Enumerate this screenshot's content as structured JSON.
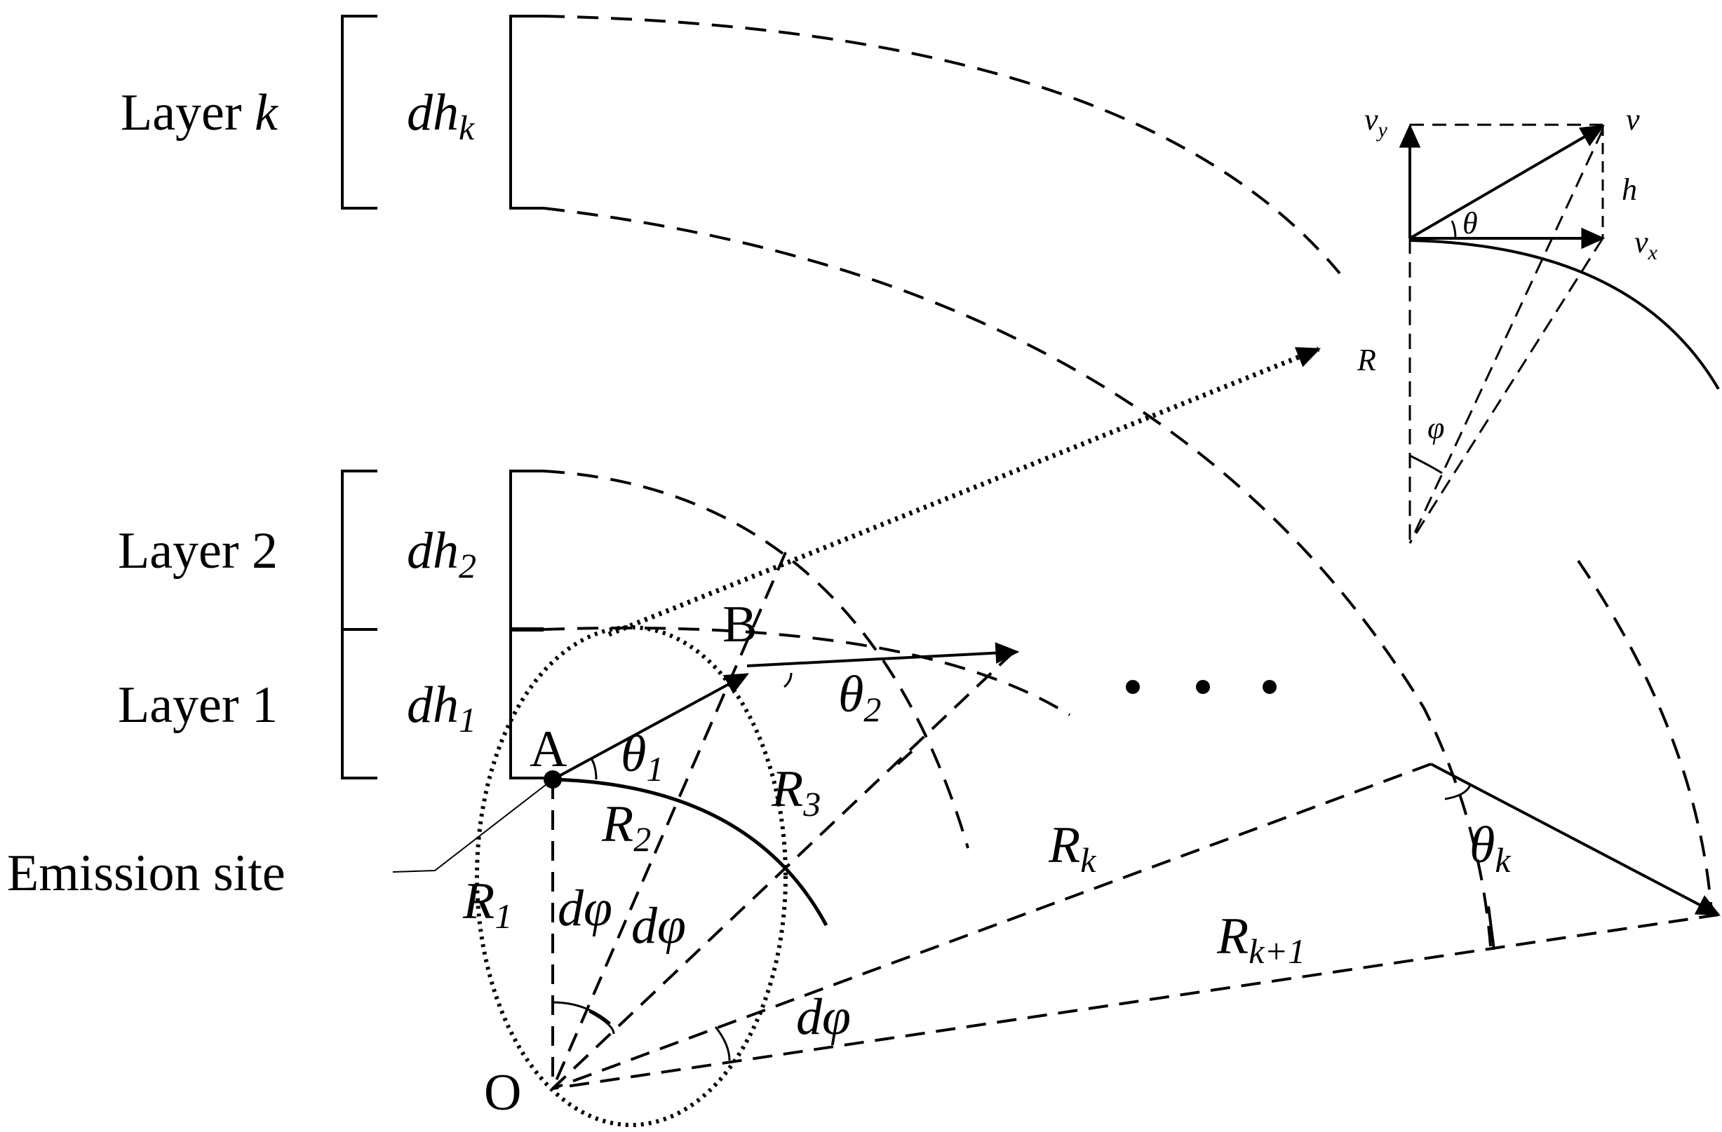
{
  "layers": [
    {
      "label": "Layer ",
      "index": "k",
      "thickness_sym": "dh",
      "thickness_sub": "k"
    },
    {
      "label": "Layer 2",
      "thickness_sym": "dh",
      "thickness_sub": "2"
    },
    {
      "label": "Layer 1",
      "thickness_sym": "dh",
      "thickness_sub": "1"
    }
  ],
  "points": {
    "A": "A",
    "B": "B",
    "O": "O"
  },
  "emission_site": "Emission site",
  "radii": {
    "r1": {
      "sym": "R",
      "sub": "1"
    },
    "r2": {
      "sym": "R",
      "sub": "2"
    },
    "r3": {
      "sym": "R",
      "sub": "3"
    },
    "rk": {
      "sym": "R",
      "sub": "k"
    },
    "rk1": {
      "sym": "R",
      "sub": "k+1"
    }
  },
  "angles": {
    "theta1": {
      "sym": "θ",
      "sub": "1"
    },
    "theta2": {
      "sym": "θ",
      "sub": "2"
    },
    "thetak": {
      "sym": "θ",
      "sub": "k"
    },
    "dphi": "dφ"
  },
  "ellipsis": "• • •",
  "inset": {
    "vy": {
      "sym": "v",
      "sub": "y"
    },
    "vx": {
      "sym": "v",
      "sub": "x"
    },
    "v": "v",
    "h": "h",
    "theta": "θ",
    "R": "R",
    "phi": "φ"
  }
}
